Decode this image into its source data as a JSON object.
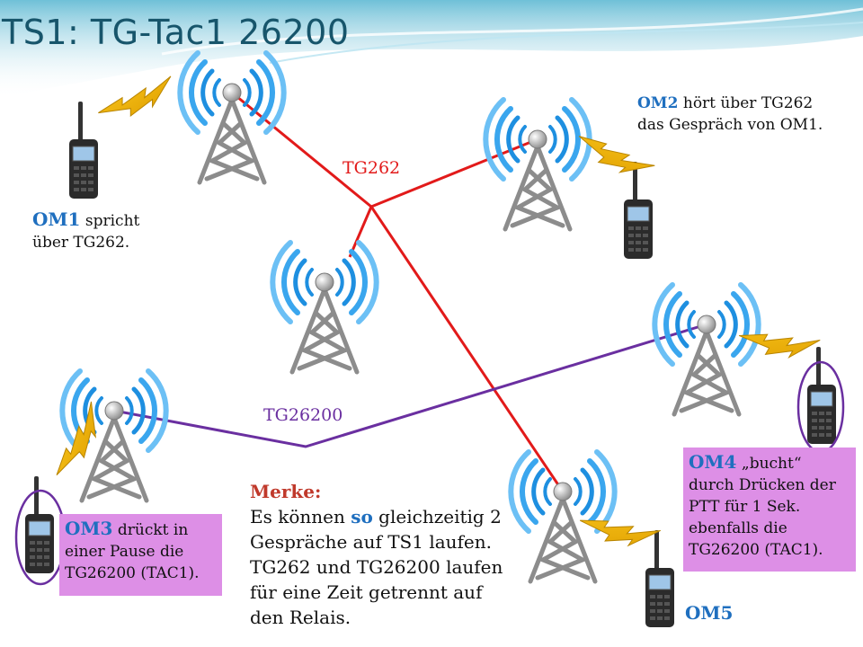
{
  "title": "TS1: TG-Tac1 26200",
  "labels": {
    "tg262": "TG262",
    "tg26200": "TG26200"
  },
  "om1": {
    "name": "OM1",
    "text1": " spricht",
    "text2": "über TG262."
  },
  "om2": {
    "name": "OM2",
    "text1": " hört über TG262",
    "text2": "das Gespräch von OM1."
  },
  "om3": {
    "name": "OM3",
    "text1": " drückt in",
    "text2": "einer Pause die",
    "text3": "TG26200 (TAC1)."
  },
  "om4": {
    "name": "OM4",
    "text1": " „bucht“",
    "text2": "durch Drücken der",
    "text3": "PTT für 1 Sek.",
    "text4": "ebenfalls die",
    "text5": "TG26200 (TAC1)."
  },
  "om5": {
    "name": "OM5"
  },
  "merke": {
    "heading": "Merke:",
    "line1_a": "Es können ",
    "line1_so": "so",
    "line1_b": " gleichzeitig 2",
    "line2": "Gespräche auf TS1  laufen.",
    "line3": "TG262 und TG26200 laufen",
    "line4": "für eine Zeit getrennt auf",
    "line5": "den Relais."
  },
  "colors": {
    "tg262_line": "#e21a1a",
    "tg26200_line": "#6a2fa0",
    "highlight_box": "#dd8fe6",
    "om_label": "#1f6fbf",
    "title": "#17556b"
  }
}
